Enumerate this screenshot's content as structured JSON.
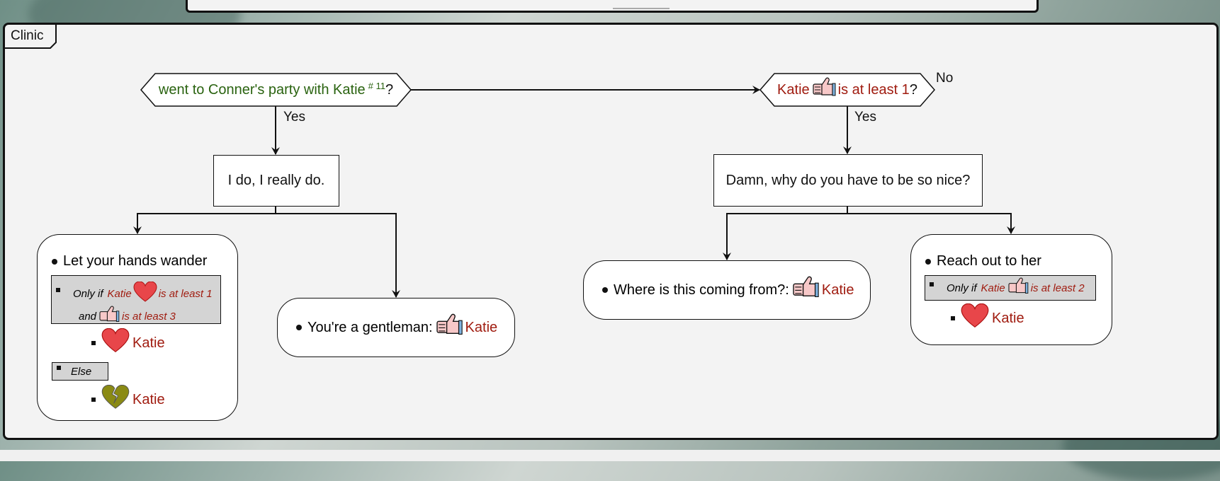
{
  "frame": {
    "title": "Clinic"
  },
  "diagram": {
    "condition_left": {
      "text": "went to Conner's party with Katie",
      "superscript": "# 11",
      "suffix": "?"
    },
    "condition_right": {
      "name": "Katie",
      "text": "is at least 1",
      "suffix": "?"
    },
    "edge_labels": {
      "left_yes": "Yes",
      "right_yes": "Yes",
      "right_no": "No"
    },
    "node_left": "I do, I really do.",
    "node_right": "Damn, why do you have to be so nice?",
    "choice1": {
      "title": "Let your hands wander",
      "cond_only_if": "Only if",
      "cond_name": "Katie",
      "cond_text1": "is at least 1",
      "cond_and": "and",
      "cond_text2": "is at least 3",
      "result1": "Katie",
      "else_label": "Else",
      "result2": "Katie"
    },
    "choice2": {
      "title": "You're a gentleman:",
      "name": "Katie"
    },
    "choice3": {
      "title": "Where is this coming from?:",
      "name": "Katie"
    },
    "choice4": {
      "title": "Reach out to her",
      "cond_only_if": "Only if",
      "cond_name": "Katie",
      "cond_text": "is at least 2",
      "result": "Katie"
    }
  },
  "colors": {
    "condition_green": "#2a6310",
    "name_red": "#a01c10",
    "heart": "#e8464a",
    "broken_heart": "#8a8a14"
  },
  "icons": [
    "thumbs-up-icon",
    "heart-icon",
    "broken-heart-icon"
  ]
}
